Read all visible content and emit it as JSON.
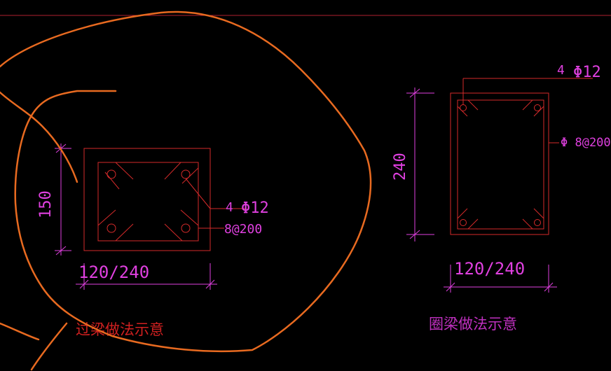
{
  "colors": {
    "background": "#000000",
    "outline": "#d42a2a",
    "dimension": "#e040e0",
    "annotation_stroke": "#e86a20"
  },
  "lintel_detail": {
    "height_dim": "150",
    "width_dim": "120/240",
    "main_rebar": "4",
    "main_rebar_symbol": "Φ12",
    "stirrup": "8@200",
    "caption": "过梁做法示意"
  },
  "ring_beam_detail": {
    "height_dim": "240",
    "width_dim": "120/240",
    "main_rebar": "4",
    "main_rebar_symbol": "Φ12",
    "stirrup": "Φ 8@200",
    "caption": "圈梁做法示意"
  }
}
